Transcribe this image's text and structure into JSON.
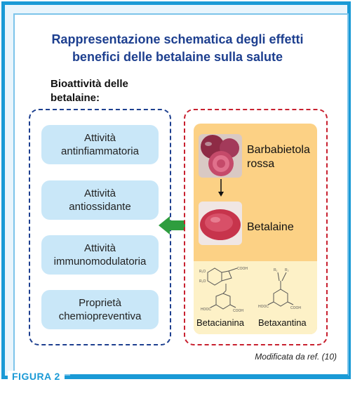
{
  "title": {
    "line1": "Rappresentazione schematica degli effetti",
    "line2": "benefici delle betalaine sulla salute"
  },
  "bioactivity": {
    "heading_line1": "Bioattività delle",
    "heading_line2": "betalaine:",
    "items": [
      {
        "line1": "Attività",
        "line2": "antinfiammatoria"
      },
      {
        "line1": "Attività",
        "line2": "antiossidante"
      },
      {
        "line1": "Attività",
        "line2": "immunomodulatoria"
      },
      {
        "line1": "Proprietà",
        "line2": "chemiopreventiva"
      }
    ]
  },
  "sources": {
    "beet_line1": "Barbabietola",
    "beet_line2": "rossa",
    "betalaine": "Betalaine",
    "betacianina": "Betacianina",
    "betaxantina": "Betaxantina"
  },
  "colors": {
    "frame": "#1a9ad6",
    "title": "#1d3f8f",
    "left_border": "#1d3f8f",
    "right_border": "#c8202f",
    "activity_box": "#c9e7f8",
    "source_panel": "#fcd185",
    "structure_panel": "#fdf1c7",
    "arrow": "#2e9d3e"
  },
  "caption": "Modificata da ref. (10)",
  "figure_label": "FIGURA 2"
}
